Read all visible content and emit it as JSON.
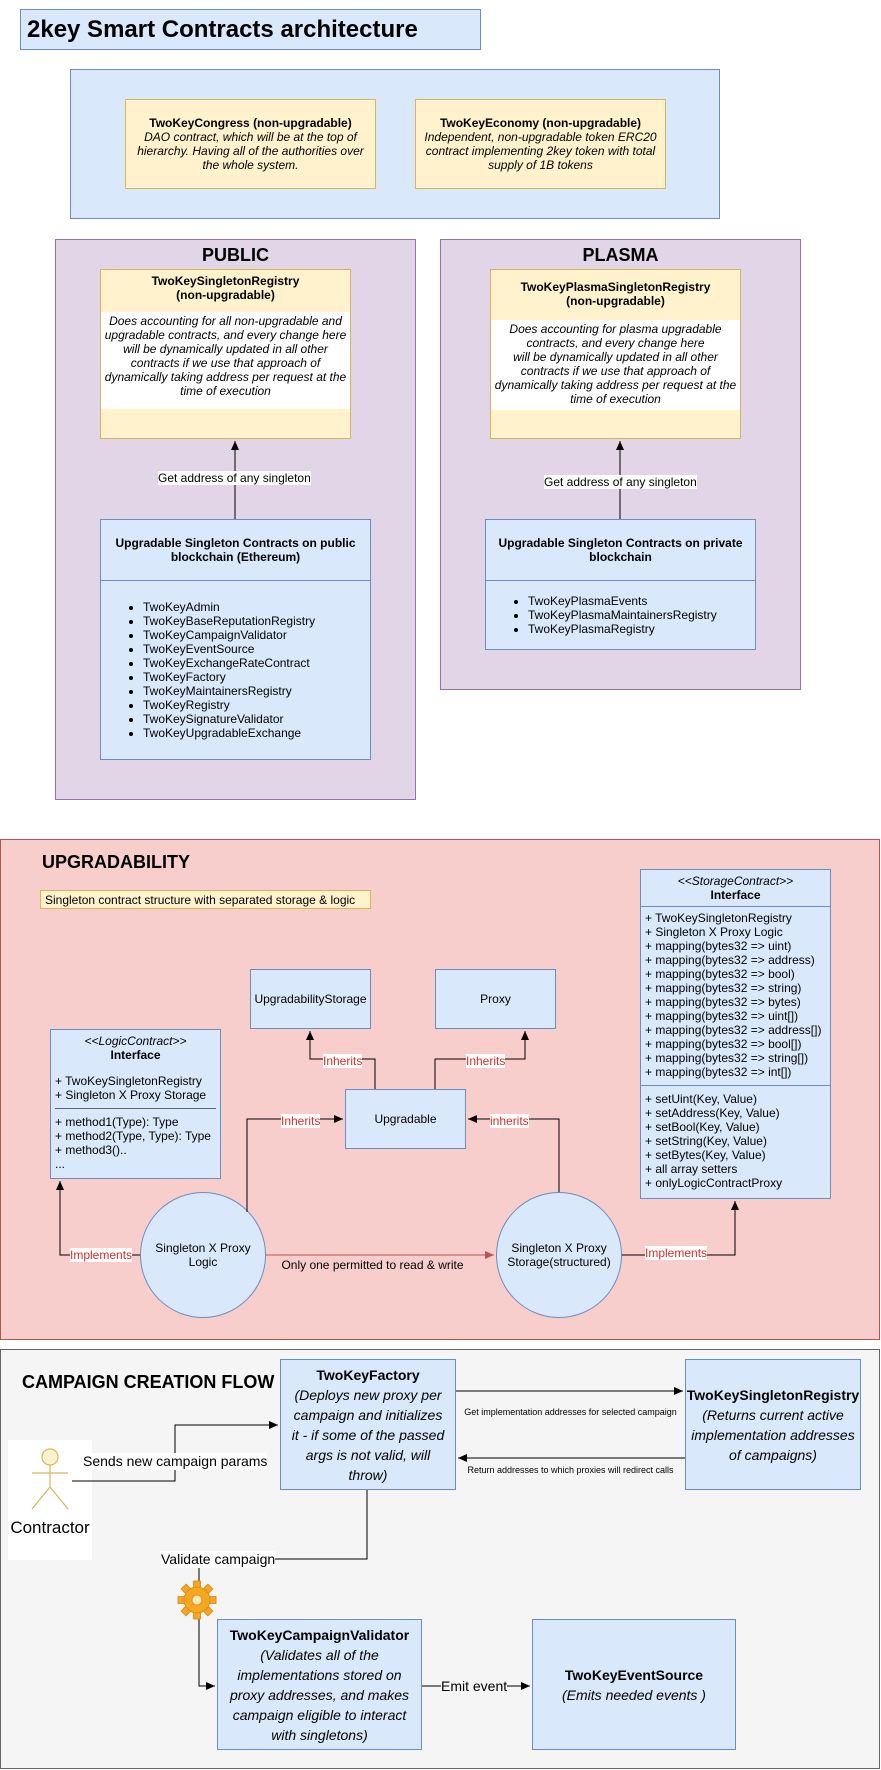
{
  "title": "2key Smart Contracts architecture",
  "top": {
    "congress_title": "TwoKeyCongress (non-upgradable)",
    "congress_desc": "DAO contract, which will be at the top of hierarchy. Having all of the authorities over the whole system.",
    "economy_title": "TwoKeyEconomy (non-upgradable)",
    "economy_desc": "Independent, non-upgradable token ERC20 contract implementing 2key token with total supply of 1B tokens"
  },
  "public": {
    "header": "PUBLIC",
    "registry_title": "TwoKeySingletonRegistry\n(non-upgradable)",
    "registry_desc": "Does accounting for all non-upgradable and upgradable contracts, and every change here\nwill be dynamically updated in all other contracts if we use that approach of dynamically taking address per request at the time of execution",
    "arrow_label": "Get address of any singleton",
    "contracts_title": "Upgradable Singleton Contracts on public blockchain (Ethereum)",
    "contracts": [
      "TwoKeyAdmin",
      "TwoKeyBaseReputationRegistry",
      "TwoKeyCampaignValidator",
      "TwoKeyEventSource",
      "TwoKeyExchangeRateContract",
      "TwoKeyFactory",
      "TwoKeyMaintainersRegistry",
      "TwoKeyRegistry",
      "TwoKeySignatureValidator",
      "TwoKeyUpgradableExchange"
    ]
  },
  "plasma": {
    "header": "PLASMA",
    "registry_title": "TwoKeyPlasmaSingletonRegistry\n(non-upgradable)",
    "registry_desc": "Does accounting for plasma upgradable contracts, and every change here\nwill be dynamically updated in all other contracts if we use that approach of dynamically taking address per request at the time of execution",
    "arrow_label": "Get address of any singleton",
    "contracts_title": "Upgradable Singleton Contracts on private blockchain",
    "contracts": [
      "TwoKeyPlasmaEvents",
      "TwoKeyPlasmaMaintainersRegistry",
      "TwoKeyPlasmaRegistry"
    ]
  },
  "upgradability": {
    "header": "UPGRADABILITY",
    "note": "Singleton contract structure with separated storage & logic",
    "logic_stereotype": "<<LogicContract>>",
    "logic_interface": "Interface",
    "logic_fields": [
      "+ TwoKeySingletonRegistry",
      "+ Singleton X Proxy Storage"
    ],
    "logic_methods": [
      "+ method1(Type): Type",
      "+ method2(Type, Type): Type",
      "+ method3()..",
      "..."
    ],
    "upgradability_storage": "UpgradabilityStorage",
    "proxy": "Proxy",
    "upgradable": "Upgradable",
    "inherits_1": "Inherits",
    "inherits_2": "Inherits",
    "inherits_3": "Inherits",
    "inherits_4": "inherits",
    "logic_circle": "Singleton X Proxy Logic",
    "storage_circle": "Singleton X Proxy Storage(structured)",
    "implements_1": "Implements",
    "implements_2": "Implements",
    "read_write": "Only one permitted to read & write",
    "storage_stereotype": "<<StorageContract>>",
    "storage_interface": "Interface",
    "storage_fields": [
      "+ TwoKeySingletonRegistry",
      "+ Singleton X Proxy Logic",
      "+ mapping(bytes32 => uint)",
      "+ mapping(bytes32 => address)",
      "+ mapping(bytes32 => bool)",
      "+ mapping(bytes32 => string)",
      "+ mapping(bytes32 => bytes)",
      "+ mapping(bytes32 => uint[])",
      "+ mapping(bytes32 => address[])",
      "+ mapping(bytes32 => bool[])",
      "+ mapping(bytes32 => string[])",
      "+ mapping(bytes32 => int[])"
    ],
    "storage_methods": [
      "+ setUint(Key, Value)",
      "+ setAddress(Key, Value)",
      "+ setBool(Key, Value)",
      "+ setString(Key, Value)",
      "+ setBytes(Key, Value)",
      "+ all array setters",
      "+ onlyLogicContractProxy"
    ]
  },
  "campaign": {
    "header": "CAMPAIGN CREATION FLOW",
    "actor": "Contractor",
    "sends_label": "Sends new campaign params",
    "factory_title": "TwoKeyFactory",
    "factory_desc": "(Deploys new proxy per campaign and initializes it - if some of the passed args is not valid, will throw)",
    "registry_title": "TwoKeySingletonRegistry",
    "registry_desc": "(Returns current active implementation addresses of campaigns)",
    "get_impl_label": "Get implementation addresses for selected campaign",
    "return_label": "Return addresses to which proxies will redirect calls",
    "validate_label": "Validate campaign",
    "validator_title": "TwoKeyCampaignValidator",
    "validator_desc": "(Validates all of the implementations stored on proxy addresses, and makes campaign eligible to interact with singletons)",
    "emit_label": "Emit event",
    "event_title": "TwoKeyEventSource",
    "event_desc": "(Emits needed events )"
  },
  "colors": {
    "blue_fill": "#dae8fc",
    "blue_stroke": "#6c8ebf",
    "yellow_fill": "#fff2cc",
    "yellow_stroke": "#d6b656",
    "purple_fill": "#e1d5e7",
    "purple_stroke": "#9673a6",
    "red_fill": "#f8cecc",
    "red_stroke": "#b85450",
    "gray_fill": "#f5f5f5",
    "label_red": "#d32f2f",
    "gear": "#f5a623"
  }
}
